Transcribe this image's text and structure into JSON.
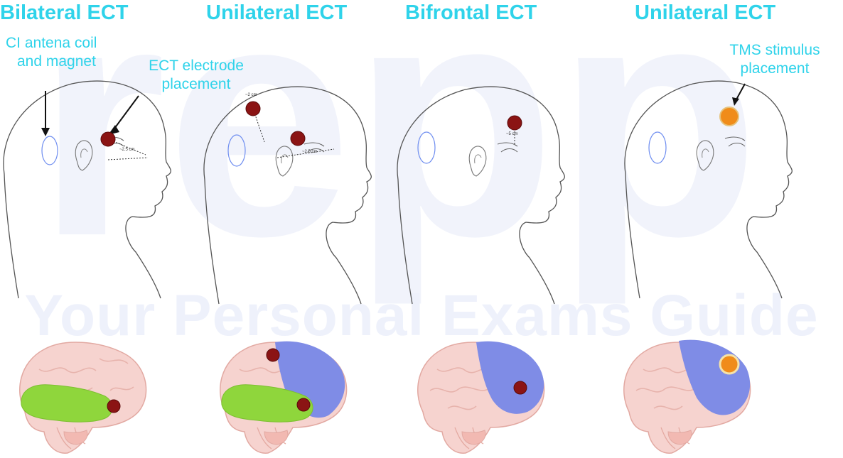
{
  "titles": {
    "bilateral": "Bilateral ECT",
    "unilateral_1": "Unilateral ECT",
    "bifrontal": "Bifrontal ECT",
    "unilateral_2": "Unilateral ECT"
  },
  "annotations": {
    "ci_antenna": [
      "CI antena coil",
      "and magnet"
    ],
    "ect_electrode": [
      "ECT electrode",
      "placement"
    ],
    "tms_stimulus": [
      "TMS stimulus",
      "placement"
    ]
  },
  "measurements": {
    "bilateral_distance": "~2.5 cm",
    "unilateral_vertical": "~2 cm",
    "unilateral_horizontal": "~2.5 cm",
    "bifrontal_distance": "~5 cm"
  },
  "watermark": {
    "logo_text": "repp",
    "tagline": "Your Personal Exams Guide"
  },
  "colors": {
    "label": "#2fd3ea",
    "electrode": "#8b1414",
    "tms": "#f08c1a",
    "temporal_region": "#8fd63c",
    "frontal_region": "#7f8ce6",
    "brain": "#f6d3cf",
    "coil": "#6f8ef0"
  }
}
